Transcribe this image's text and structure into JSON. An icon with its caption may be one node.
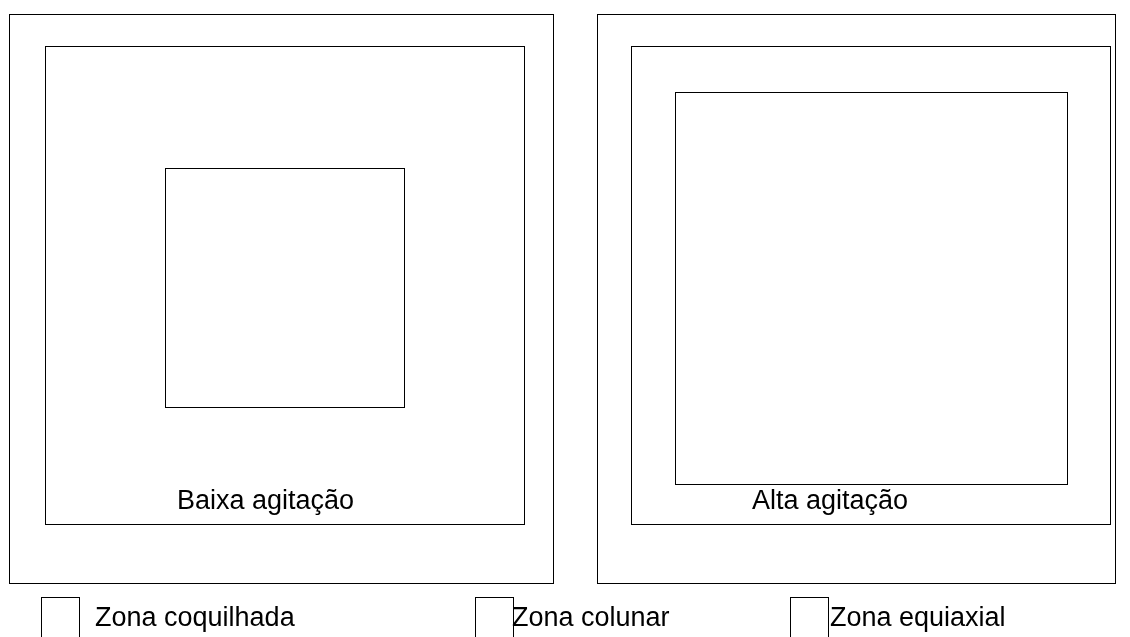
{
  "diagram": {
    "nodes": [
      {
        "text": [],
        "shape": "box"
      },
      {
        "text": [
          "Baixa agitação"
        ],
        "in": 0
      },
      {
        "text": [],
        "shape": "box",
        "in": 1
      },
      {
        "text": [],
        "shape": "box"
      },
      {
        "text": [
          "Alta agitação"
        ],
        "in": 3
      },
      {
        "text": [],
        "shape": "box",
        "in": 4
      }
    ],
    "legend": [
      {
        "text": "Zona coquilhada"
      },
      {
        "text": "Zona colunar"
      },
      {
        "text": "Zona equiaxial"
      }
    ]
  }
}
